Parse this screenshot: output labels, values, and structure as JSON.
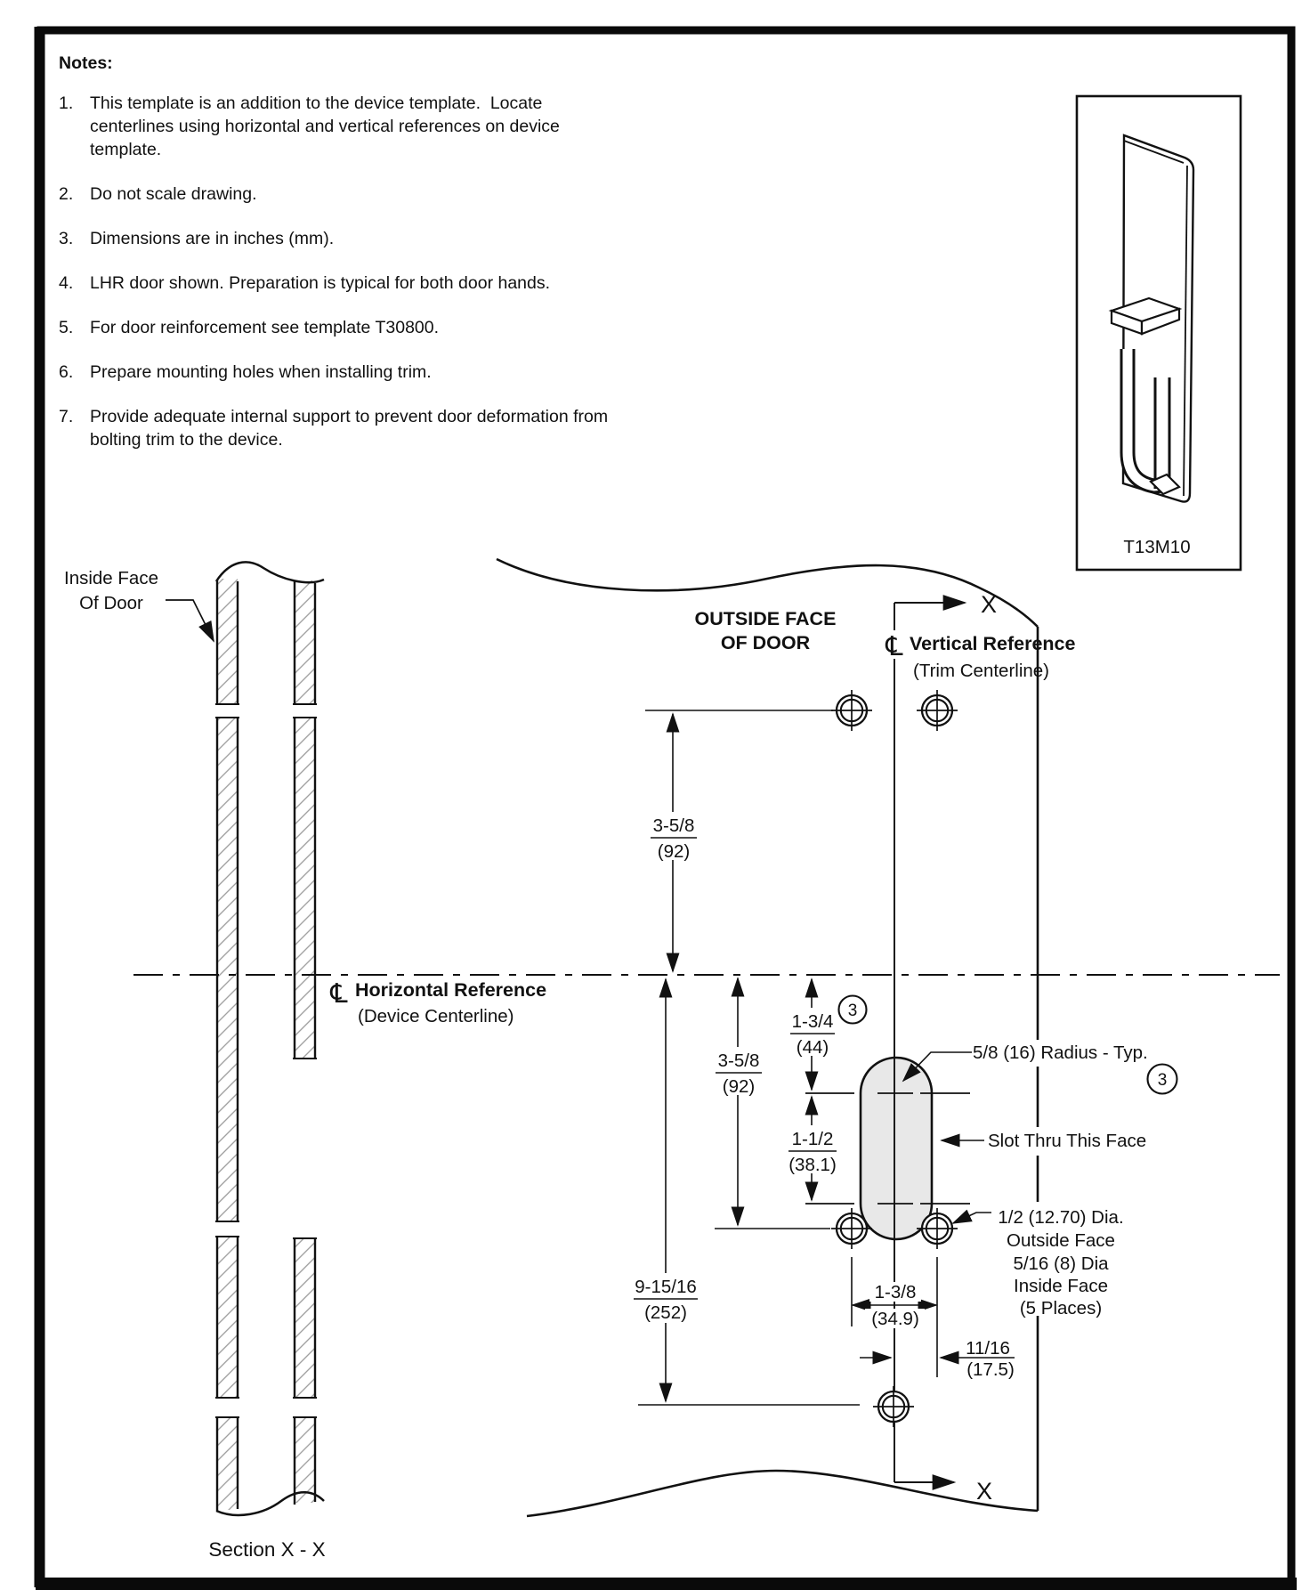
{
  "notes": {
    "heading": "Notes:",
    "items": [
      {
        "num": "1.",
        "lines": [
          "This template is an addition to the device template.  Locate",
          "centerlines using horizontal and vertical references on device",
          "template."
        ]
      },
      {
        "num": "2.",
        "lines": [
          "Do not scale drawing."
        ]
      },
      {
        "num": "3.",
        "lines": [
          "Dimensions are in inches (mm)."
        ]
      },
      {
        "num": "4.",
        "lines": [
          "LHR door shown. Preparation is typical for both door hands."
        ]
      },
      {
        "num": "5.",
        "lines": [
          "For door reinforcement see template T30800."
        ]
      },
      {
        "num": "6.",
        "lines": [
          "Prepare mounting holes when installing trim."
        ]
      },
      {
        "num": "7.",
        "lines": [
          "Provide adequate internal support to prevent door deformation from",
          "bolting trim to the device."
        ]
      }
    ]
  },
  "thumbnail": {
    "label": "T13M10"
  },
  "section": {
    "label_line1": "Inside Face",
    "label_line2": "Of Door",
    "caption": "Section X - X"
  },
  "face": {
    "title_line1": "OUTSIDE FACE",
    "title_line2": "OF DOOR",
    "x_label_top": "X",
    "x_label_bottom": "X",
    "centerline_symbol": "℄",
    "vref_bold": "Vertical Reference",
    "vref_sub": "(Trim Centerline)",
    "href_bold": "Horizontal Reference",
    "href_sub": "(Device Centerline)"
  },
  "dims": {
    "top_spacing": {
      "inch": "3-5/8",
      "mm": "(92)"
    },
    "mid_spacing": {
      "inch": "3-5/8",
      "mm": "(92)"
    },
    "slot_top": {
      "inch": "1-3/4",
      "mm": "(44)"
    },
    "slot_len": {
      "inch": "1-1/2",
      "mm": "(38.1)"
    },
    "bottom_spacing": {
      "inch": "9-15/16",
      "mm": "(252)"
    },
    "hole_span": {
      "inch": "1-3/8",
      "mm": "(34.9)"
    },
    "hole_offset": {
      "inch": "11/16",
      "mm": "(17.5)"
    }
  },
  "callouts": {
    "radius": "5/8 (16) Radius - Typ.",
    "note_ref": "3",
    "slot": "Slot Thru This Face",
    "dia_lines": [
      "1/2 (12.70) Dia.",
      "Outside Face",
      "5/16 (8) Dia",
      "Inside Face",
      "(5 Places)"
    ]
  },
  "colors": {
    "line": "#111111",
    "slot_fill": "#e8e8e8",
    "hatch": "#9a9a9a"
  }
}
